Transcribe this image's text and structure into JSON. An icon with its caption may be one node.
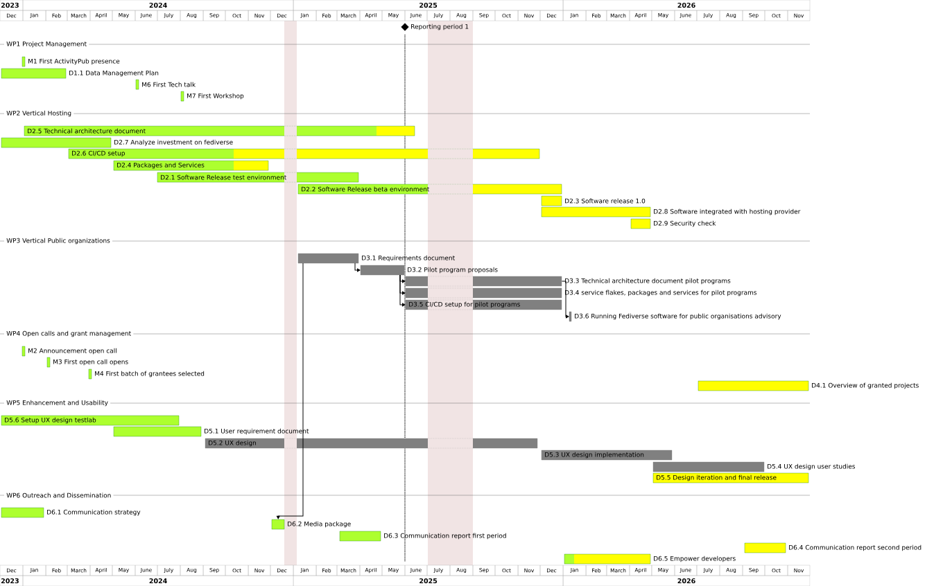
{
  "diagram": {
    "nodes": [
      {
        "text": [],
        "shape": "diamond",
        "beside": [
          "Reporting period 1"
        ]
      },
      {
        "text": [],
        "shape": "bar",
        "beside": [
          "M1 First ActivityPub presence"
        ]
      },
      {
        "text": [],
        "shape": "bar",
        "beside": [
          "D1.1 Data Management Plan"
        ]
      },
      {
        "text": [],
        "shape": "bar",
        "beside": [
          "M6 First Tech talk"
        ]
      },
      {
        "text": [],
        "shape": "bar",
        "beside": [
          "M7 First Workshop"
        ]
      },
      {
        "text": [
          "D2.5 Technical architecture document"
        ]
      },
      {
        "text": [],
        "shape": "bar",
        "beside": [
          "D2.7 Analyze investment on fediverse"
        ]
      },
      {
        "text": [
          "D2.6 CI/CD setup"
        ]
      },
      {
        "text": [
          "D2.4 Packages and Services"
        ]
      },
      {
        "text": [
          "D2.1 Software Release test environment"
        ]
      },
      {
        "text": [
          "D2.2 Software Release beta environment"
        ]
      },
      {
        "text": [],
        "shape": "bar",
        "beside": [
          "D2.3 Software release 1.0"
        ]
      },
      {
        "text": [],
        "shape": "bar",
        "beside": [
          "D2.8 Software integrated with hosting provider"
        ]
      },
      {
        "text": [],
        "shape": "bar",
        "beside": [
          "D2.9 Security check"
        ]
      },
      {
        "text": [],
        "shape": "bar",
        "beside": [
          "D3.1 Requirements document"
        ]
      },
      {
        "text": [],
        "shape": "bar",
        "beside": [
          "D3.2 Pilot program proposals"
        ]
      },
      {
        "text": [],
        "shape": "bar",
        "beside": [
          "D3.3 Technical architecture document pilot programs"
        ]
      },
      {
        "text": [],
        "shape": "bar",
        "beside": [
          "D3.4 service flakes, packages and services for pilot programs"
        ]
      },
      {
        "text": [
          "D3.5 CI/CD setup for pilot programs"
        ]
      },
      {
        "text": [],
        "shape": "bar",
        "beside": [
          "D3.6 Running Fediverse software for public organisations advisory"
        ]
      },
      {
        "text": [],
        "shape": "bar",
        "beside": [
          "M2 Announcement open call"
        ]
      },
      {
        "text": [],
        "shape": "bar",
        "beside": [
          "M3 First open call opens"
        ]
      },
      {
        "text": [],
        "shape": "bar",
        "beside": [
          "M4 First batch of grantees selected"
        ]
      },
      {
        "text": [],
        "shape": "bar",
        "beside": [
          "D4.1 Overview of granted projects"
        ]
      },
      {
        "text": [
          "D5.6 Setup UX design testlab"
        ]
      },
      {
        "text": [],
        "shape": "bar",
        "beside": [
          "D5.1 User requirement document"
        ]
      },
      {
        "text": [
          "D5.2 UX design"
        ]
      },
      {
        "text": [
          "D5.3 UX design implementation"
        ]
      },
      {
        "text": [],
        "shape": "bar",
        "beside": [
          "D5.4 UX design user studies"
        ]
      },
      {
        "text": [
          "D5.5 Design iteration and final release"
        ]
      },
      {
        "text": [],
        "shape": "bar",
        "beside": [
          "D6.1 Communication strategy"
        ]
      },
      {
        "text": [],
        "shape": "bar",
        "beside": [
          "D6.2 Media package"
        ]
      },
      {
        "text": [],
        "shape": "bar",
        "beside": [
          "D6.3 Communication report first period"
        ]
      },
      {
        "text": [],
        "shape": "bar",
        "beside": [
          "D6.4 Communication report second period"
        ]
      },
      {
        "text": [],
        "shape": "bar",
        "beside": [
          "D6.5 Empower developers"
        ]
      }
    ],
    "edges": [
      {
        "from": 14,
        "to": 15,
        "arrow": "to"
      },
      {
        "from": 15,
        "to": 16,
        "arrow": "to"
      },
      {
        "from": 15,
        "to": 17,
        "arrow": "to"
      },
      {
        "from": 15,
        "to": 18,
        "arrow": "to"
      },
      {
        "from": 16,
        "to": 19,
        "arrow": "to"
      },
      {
        "from": 14,
        "to": 31,
        "arrow": "to"
      }
    ],
    "labels": [
      "2023",
      "2024",
      "2025",
      "2026",
      "Dec",
      "Jan",
      "Feb",
      "March",
      "April",
      "May",
      "June",
      "July",
      "Aug",
      "Sep",
      "Oct",
      "Nov",
      "Dec",
      "Jan",
      "Feb",
      "March",
      "April",
      "May",
      "June",
      "July",
      "Aug",
      "Sep",
      "Oct",
      "Nov",
      "Dec",
      "Jan",
      "Feb",
      "March",
      "April",
      "May",
      "June",
      "July",
      "Aug",
      "Sep",
      "Oct",
      "Nov",
      "WP1 Project Management",
      "WP2 Vertical Hosting",
      "WP3 Vertical Public organizations",
      "WP4 Open calls and grant management",
      "WP5 Enhancement and Usability",
      "WP6 Outreach and Dissemination",
      "Dec",
      "Jan",
      "Feb",
      "March",
      "April",
      "May",
      "June",
      "July",
      "Aug",
      "Sep",
      "Oct",
      "Nov",
      "Dec",
      "Jan",
      "Feb",
      "March",
      "April",
      "May",
      "June",
      "July",
      "Aug",
      "Sep",
      "Oct",
      "Nov",
      "Dec",
      "Jan",
      "Feb",
      "March",
      "April",
      "May",
      "June",
      "July",
      "Aug",
      "Sep",
      "Oct",
      "Nov",
      "2023",
      "2024",
      "2025",
      "2026"
    ]
  }
}
